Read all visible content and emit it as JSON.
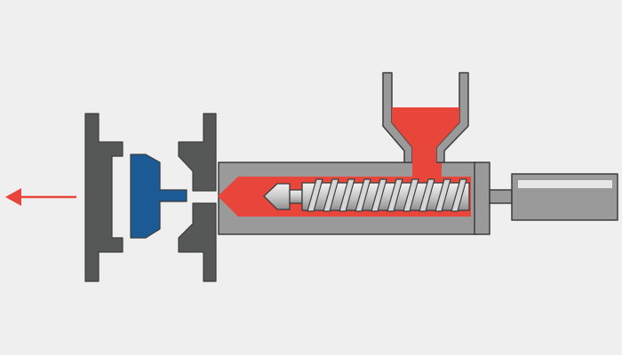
{
  "diagram": {
    "parts": [
      "moving-platen",
      "molded-part",
      "fixed-platen",
      "barrel",
      "hopper",
      "melted-plastic",
      "screw",
      "nozzle",
      "drive-motor"
    ],
    "motion": "left",
    "colors": {
      "background": "#efefef",
      "steel_dark": "#555857",
      "steel_mid": "#9a9a9a",
      "outline": "#3c3c3c",
      "melt": "#e8463a",
      "part": "#1b5a94",
      "screw_light": "#d6d6d6",
      "arrow": "#e8463a",
      "motor_highlight": "#e6e6e6"
    }
  }
}
